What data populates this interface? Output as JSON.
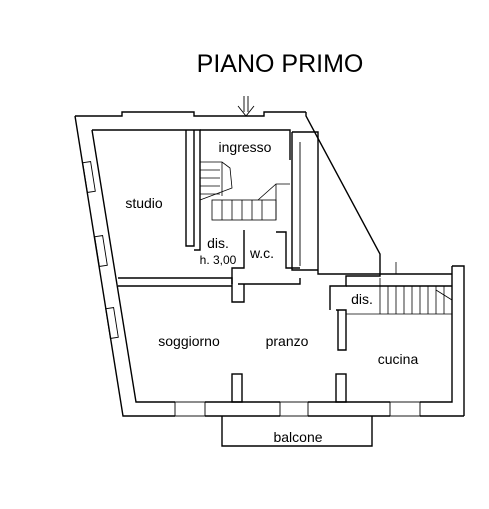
{
  "title": "PIANO PRIMO",
  "rooms": {
    "ingresso": "ingresso",
    "studio": "studio",
    "dis_1": "dis.",
    "height": "h. 3,00",
    "wc": "w.c.",
    "dis_2": "dis.",
    "soggiorno": "soggiorno",
    "pranzo": "pranzo",
    "cucina": "cucina",
    "balcone": "balcone"
  }
}
